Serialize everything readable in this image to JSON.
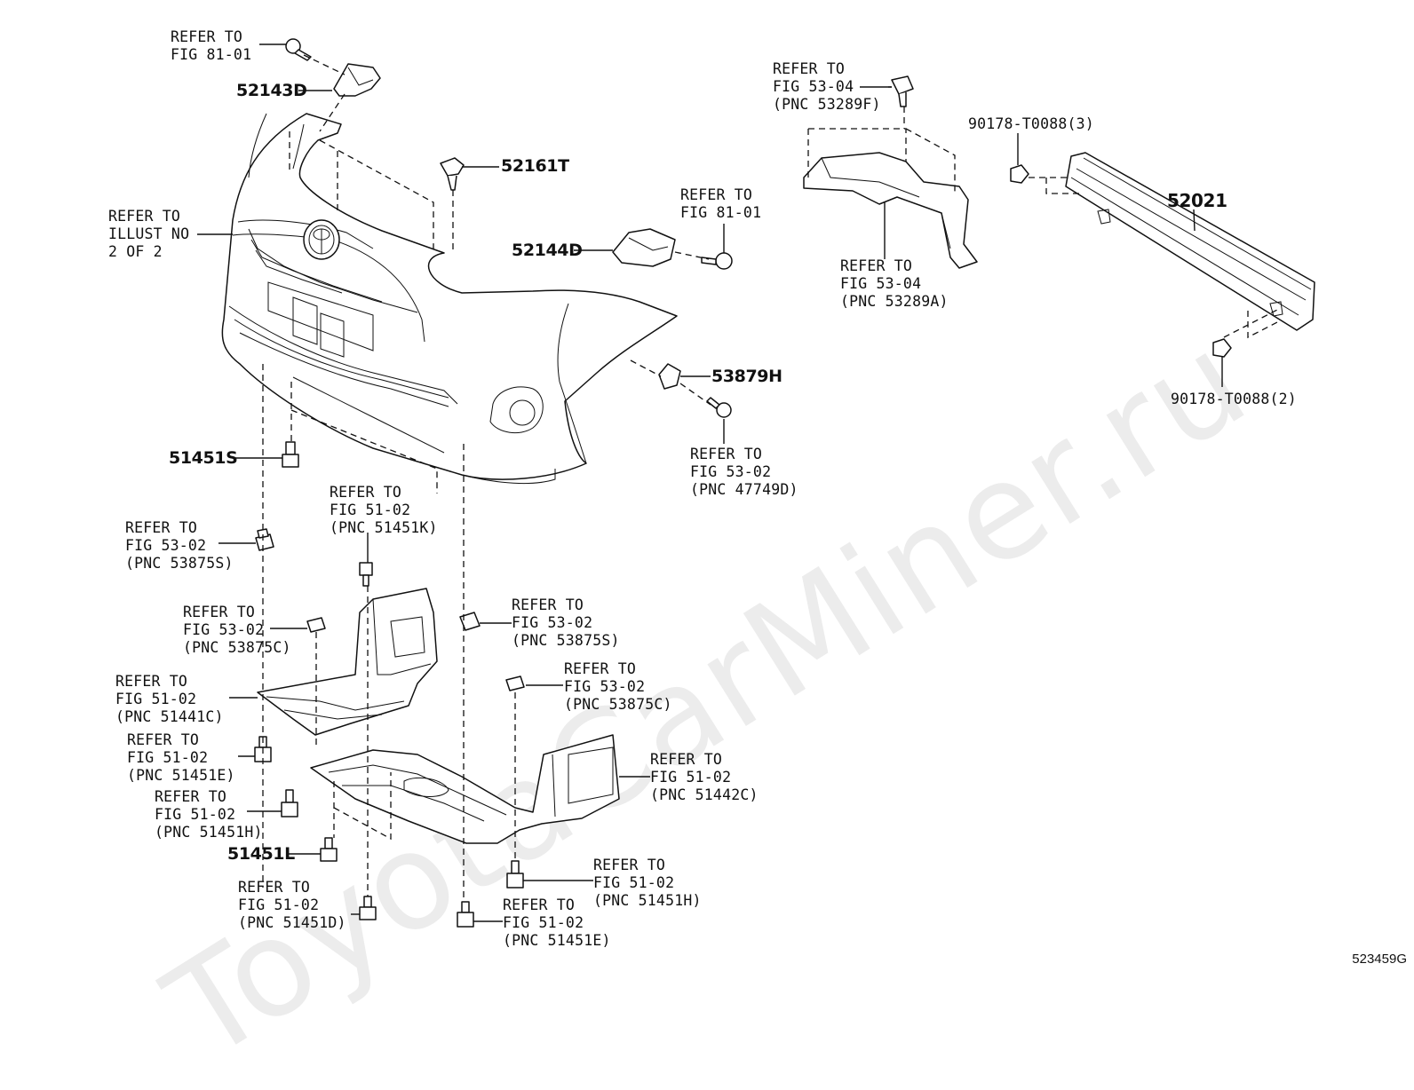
{
  "watermark": "ToyotaCarMiner.ru",
  "figure_id": "523459G",
  "part_numbers": {
    "p52143D": "52143D",
    "p52161T": "52161T",
    "p52144D": "52144D",
    "p53879H": "53879H",
    "p51451S": "51451S",
    "p51451L": "51451L",
    "p52021": "52021",
    "p90178a": "90178-T0088(3)",
    "p90178b": "90178-T0088(2)"
  },
  "callouts": {
    "c_fig8101_top": [
      "REFER TO",
      "FIG 81-01"
    ],
    "c_illust": [
      "REFER TO",
      "ILLUST NO",
      "2 OF 2"
    ],
    "c_fig8101_mid": [
      "REFER TO",
      "FIG 81-01"
    ],
    "c_5304_top": [
      "REFER TO",
      "FIG 53-04",
      "(PNC 53289F)"
    ],
    "c_5304_bot": [
      "REFER TO",
      "FIG 53-04",
      "(PNC 53289A)"
    ],
    "c_5302_47749D": [
      "REFER TO",
      "FIG 53-02",
      "(PNC 47749D)"
    ],
    "c_5102_51451K": [
      "REFER TO",
      "FIG 51-02",
      "(PNC 51451K)"
    ],
    "c_5302_53875S_l": [
      "REFER TO",
      "FIG 53-02",
      "(PNC 53875S)"
    ],
    "c_5302_53875C_l": [
      "REFER TO",
      "FIG 53-02",
      "(PNC 53875C)"
    ],
    "c_5302_53875S_r": [
      "REFER TO",
      "FIG 53-02",
      "(PNC 53875S)"
    ],
    "c_5302_53875C_r": [
      "REFER TO",
      "FIG 53-02",
      "(PNC 53875C)"
    ],
    "c_5102_51441C": [
      "REFER TO",
      "FIG 51-02",
      "(PNC 51441C)"
    ],
    "c_5102_51451E_l": [
      "REFER TO",
      "FIG 51-02",
      "(PNC 51451E)"
    ],
    "c_5102_51442C": [
      "REFER TO",
      "FIG 51-02",
      "(PNC 51442C)"
    ],
    "c_5102_51451H_l": [
      "REFER TO",
      "FIG 51-02",
      "(PNC 51451H)"
    ],
    "c_5102_51451H_r": [
      "REFER TO",
      "FIG 51-02",
      "(PNC 51451H)"
    ],
    "c_5102_51451D": [
      "REFER TO",
      "FIG 51-02",
      "(PNC 51451D)"
    ],
    "c_5102_51451E_r": [
      "REFER TO",
      "FIG 51-02",
      "(PNC 51451E)"
    ]
  }
}
